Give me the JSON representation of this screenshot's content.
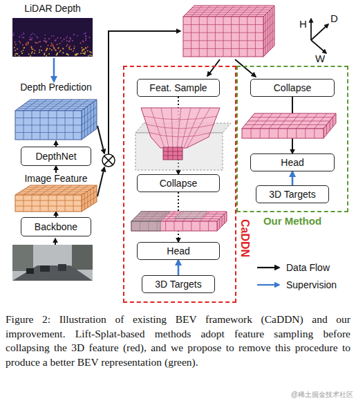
{
  "diagram": {
    "caption": "Figure 2: Illustration of existing BEV framework (CaDDN) and our improvement. Lift-Splat-based methods adopt feature sampling before collapsing the 3D feature (red), and we propose to remove this procedure to produce a better BEV representation (green).",
    "nodes": [
      {
        "text": [
          "LiDAR Depth"
        ]
      },
      {
        "text": [
          "Depth Prediction"
        ]
      },
      {
        "text": [
          "DepthNet"
        ]
      },
      {
        "text": [
          "Image Feature"
        ]
      },
      {
        "text": [
          "Backbone"
        ]
      },
      {
        "text": [
          "CaDDN"
        ]
      },
      {
        "text": [
          "Feat. Sample"
        ],
        "in": 5
      },
      {
        "text": [
          "Collapse"
        ],
        "in": 5
      },
      {
        "text": [
          "Head"
        ],
        "in": 5
      },
      {
        "text": [
          "3D Targets"
        ],
        "in": 5
      },
      {
        "text": [
          "Our Method"
        ]
      },
      {
        "text": [
          "Collapse"
        ],
        "in": 10
      },
      {
        "text": [
          "Head"
        ],
        "in": 10
      },
      {
        "text": [
          "3D Targets"
        ],
        "in": 10
      }
    ],
    "edges": [
      {
        "from": 0,
        "to": 1,
        "arrow": "to"
      },
      {
        "from": 2,
        "to": 1,
        "arrow": "to"
      },
      {
        "from": 3,
        "to": 2,
        "arrow": "to"
      },
      {
        "from": 4,
        "to": 3,
        "arrow": "to"
      },
      {
        "from": 6,
        "to": 7,
        "arrow": "to"
      },
      {
        "from": 7,
        "to": 8,
        "arrow": "to"
      },
      {
        "from": 9,
        "to": 8,
        "arrow": "to"
      },
      {
        "from": 11,
        "to": 12,
        "arrow": "to"
      },
      {
        "from": 13,
        "to": 12,
        "arrow": "to"
      }
    ],
    "labels": [
      "H",
      "D",
      "W",
      "@稀土掘金技术社区"
    ],
    "legend": [
      {
        "text": "Data Flow"
      },
      {
        "text": "Supervision"
      }
    ]
  }
}
